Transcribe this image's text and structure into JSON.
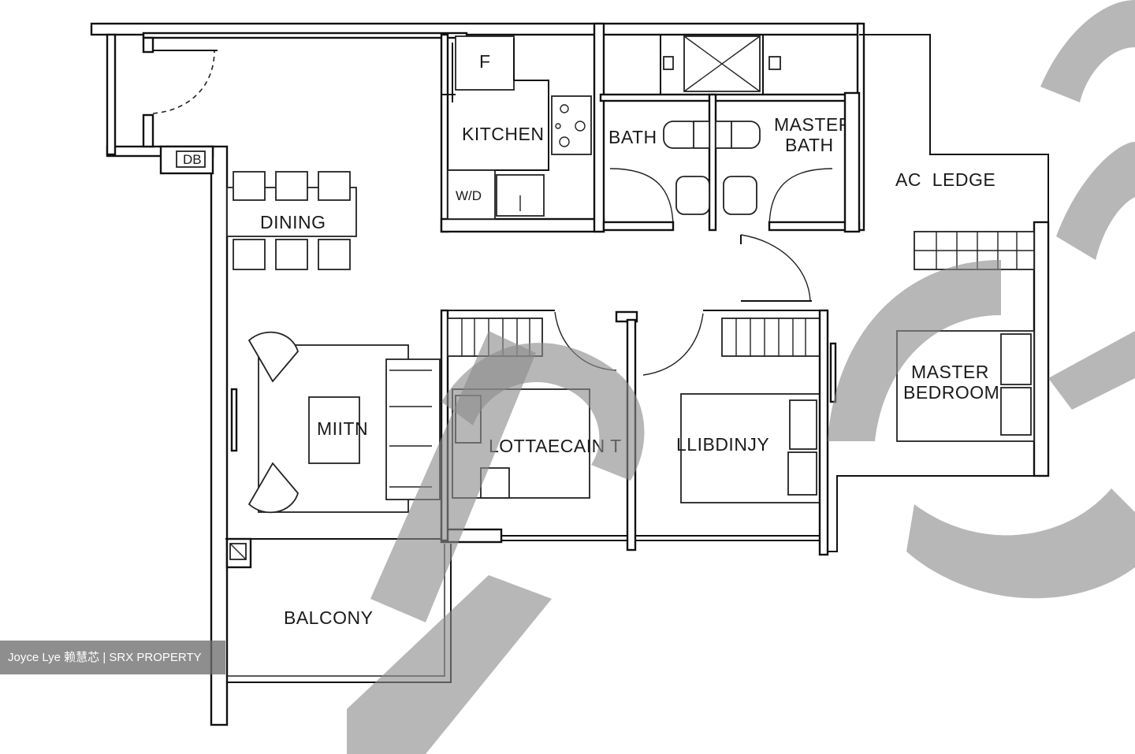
{
  "rooms": {
    "kitchen": "KITCHEN",
    "fridge": "F",
    "washer_dryer": "W/D",
    "db": "DB",
    "dining": "DINING",
    "living": "MIITN",
    "bath": "BATH",
    "master_bath_line1": "MASTER",
    "master_bath_line2": "BATH",
    "ac_ledge": "AC  LEDGE",
    "bedroom_2": "LOTTAECAIN  T",
    "bedroom_3": "LLIBDINJY",
    "master_bedroom_line1": "MASTER",
    "master_bedroom_line2": "BEDROOM",
    "balcony": "BALCONY"
  },
  "credit": "Joyce Lye 赖慧芯 | SRX PROPERTY",
  "colors": {
    "wall": "#111111",
    "watermark": "#8a8a8a",
    "credit_bg": "#6e6e6e"
  }
}
